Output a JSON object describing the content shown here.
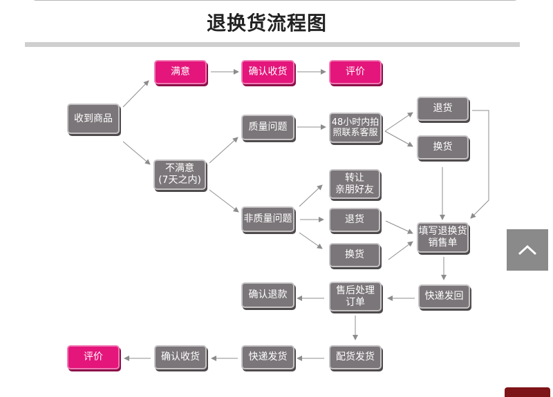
{
  "title": "退换货流程图",
  "nodes": {
    "received": "收到商品",
    "satisfied": "满意",
    "confirm_receipt_top": "确认收货",
    "review_top": "评价",
    "dissatisfied": "不满意\n(7天之内)",
    "quality_issue": "质量问题",
    "photo_contact": "48小时内拍\n照联系客服",
    "return_top": "退货",
    "exchange_top": "换货",
    "non_quality_issue": "非质量问题",
    "transfer": "转让\n亲朋好友",
    "return_mid": "退货",
    "exchange_mid": "换货",
    "fill_form": "填写退换货\n销售单",
    "express_return": "快递发回",
    "after_sales": "售后处理\n订单",
    "confirm_refund": "确认退款",
    "pick_ship": "配货发货",
    "express_ship": "快递发货",
    "confirm_receipt_bottom": "确认收货",
    "review_bottom": "评价"
  },
  "colors": {
    "node_gray": "#7b7679",
    "node_pink": "#e4157b",
    "arrow": "#8c8c8c",
    "back_to_top_bg": "#8a8a8a"
  },
  "icons": {
    "back_to_top": "chevron-up-icon"
  }
}
